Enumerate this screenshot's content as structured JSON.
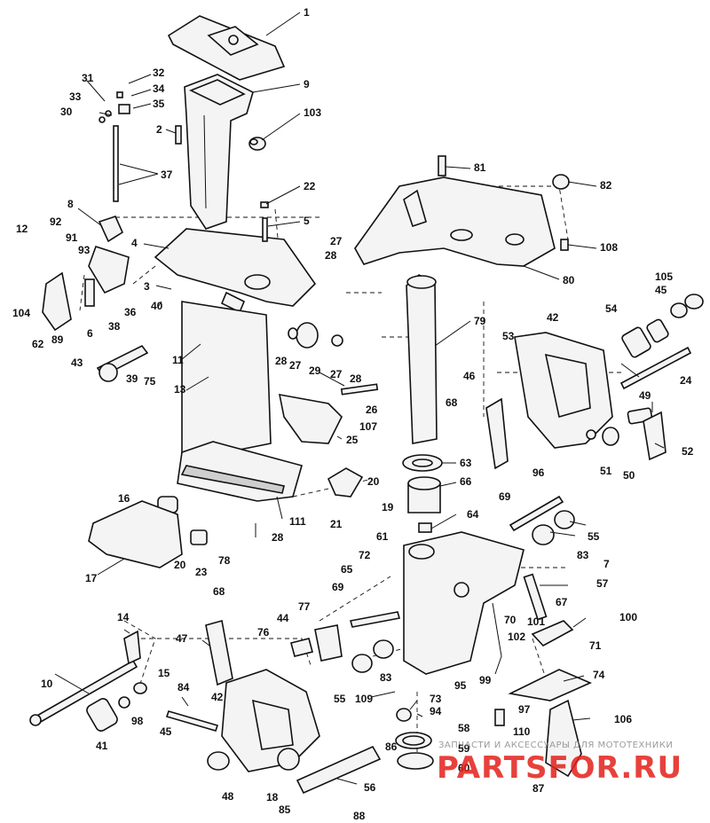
{
  "diagram": {
    "callouts": [
      {
        "id": "c1",
        "text": "1"
      },
      {
        "id": "c9",
        "text": "9"
      },
      {
        "id": "c103",
        "text": "103"
      },
      {
        "id": "c2",
        "text": "2"
      },
      {
        "id": "c32",
        "text": "32"
      },
      {
        "id": "c31",
        "text": "31"
      },
      {
        "id": "c34",
        "text": "34"
      },
      {
        "id": "c33",
        "text": "33"
      },
      {
        "id": "c35",
        "text": "35"
      },
      {
        "id": "c30",
        "text": "30"
      },
      {
        "id": "c37",
        "text": "37"
      },
      {
        "id": "c22",
        "text": "22"
      },
      {
        "id": "c5",
        "text": "5"
      },
      {
        "id": "c8",
        "text": "8"
      },
      {
        "id": "c12",
        "text": "12"
      },
      {
        "id": "c92",
        "text": "92"
      },
      {
        "id": "c91",
        "text": "91"
      },
      {
        "id": "c93",
        "text": "93"
      },
      {
        "id": "c4",
        "text": "4"
      },
      {
        "id": "c104",
        "text": "104"
      },
      {
        "id": "c89",
        "text": "89"
      },
      {
        "id": "c6",
        "text": "6"
      },
      {
        "id": "c3",
        "text": "3"
      },
      {
        "id": "c40",
        "text": "40"
      },
      {
        "id": "c36",
        "text": "36"
      },
      {
        "id": "c38",
        "text": "38"
      },
      {
        "id": "c62",
        "text": "62"
      },
      {
        "id": "c43",
        "text": "43"
      },
      {
        "id": "c39",
        "text": "39"
      },
      {
        "id": "c75",
        "text": "75"
      },
      {
        "id": "c11",
        "text": "11"
      },
      {
        "id": "c13",
        "text": "13"
      },
      {
        "id": "c27a",
        "text": "27"
      },
      {
        "id": "c28a",
        "text": "28"
      },
      {
        "id": "c28b",
        "text": "28"
      },
      {
        "id": "c27b",
        "text": "27"
      },
      {
        "id": "c29",
        "text": "29"
      },
      {
        "id": "c27c",
        "text": "27"
      },
      {
        "id": "c28c",
        "text": "28"
      },
      {
        "id": "c81",
        "text": "81"
      },
      {
        "id": "c82",
        "text": "82"
      },
      {
        "id": "c108",
        "text": "108"
      },
      {
        "id": "c80",
        "text": "80"
      },
      {
        "id": "c79",
        "text": "79"
      },
      {
        "id": "c105",
        "text": "105"
      },
      {
        "id": "c45a",
        "text": "45"
      },
      {
        "id": "c54",
        "text": "54"
      },
      {
        "id": "c42a",
        "text": "42"
      },
      {
        "id": "c53",
        "text": "53"
      },
      {
        "id": "c24",
        "text": "24"
      },
      {
        "id": "c49",
        "text": "49"
      },
      {
        "id": "c46",
        "text": "46"
      },
      {
        "id": "c68a",
        "text": "68"
      },
      {
        "id": "c26",
        "text": "26"
      },
      {
        "id": "c107",
        "text": "107"
      },
      {
        "id": "c25",
        "text": "25"
      },
      {
        "id": "c52",
        "text": "52"
      },
      {
        "id": "c51",
        "text": "51"
      },
      {
        "id": "c50",
        "text": "50"
      },
      {
        "id": "c63",
        "text": "63"
      },
      {
        "id": "c66",
        "text": "66"
      },
      {
        "id": "c20a",
        "text": "20"
      },
      {
        "id": "c19",
        "text": "19"
      },
      {
        "id": "c21",
        "text": "21"
      },
      {
        "id": "c111",
        "text": "111"
      },
      {
        "id": "c16",
        "text": "16"
      },
      {
        "id": "c28d",
        "text": "28"
      },
      {
        "id": "c96",
        "text": "96"
      },
      {
        "id": "c69a",
        "text": "69"
      },
      {
        "id": "c55a",
        "text": "55"
      },
      {
        "id": "c64",
        "text": "64"
      },
      {
        "id": "c83a",
        "text": "83"
      },
      {
        "id": "c61",
        "text": "61"
      },
      {
        "id": "c17",
        "text": "17"
      },
      {
        "id": "c78",
        "text": "78"
      },
      {
        "id": "c20b",
        "text": "20"
      },
      {
        "id": "c23",
        "text": "23"
      },
      {
        "id": "c72",
        "text": "72"
      },
      {
        "id": "c7",
        "text": "7"
      },
      {
        "id": "c65",
        "text": "65"
      },
      {
        "id": "c57",
        "text": "57"
      },
      {
        "id": "c68b",
        "text": "68"
      },
      {
        "id": "c69b",
        "text": "69"
      },
      {
        "id": "c67",
        "text": "67"
      },
      {
        "id": "c70",
        "text": "70"
      },
      {
        "id": "c101",
        "text": "101"
      },
      {
        "id": "c100",
        "text": "100"
      },
      {
        "id": "c102",
        "text": "102"
      },
      {
        "id": "c71",
        "text": "71"
      },
      {
        "id": "c14",
        "text": "14"
      },
      {
        "id": "c77",
        "text": "77"
      },
      {
        "id": "c44",
        "text": "44"
      },
      {
        "id": "c76",
        "text": "76"
      },
      {
        "id": "c47",
        "text": "47"
      },
      {
        "id": "c99",
        "text": "99"
      },
      {
        "id": "c10",
        "text": "10"
      },
      {
        "id": "c15",
        "text": "15"
      },
      {
        "id": "c83b",
        "text": "83"
      },
      {
        "id": "c55b",
        "text": "55"
      },
      {
        "id": "c95",
        "text": "95"
      },
      {
        "id": "c74",
        "text": "74"
      },
      {
        "id": "c98",
        "text": "98"
      },
      {
        "id": "c84",
        "text": "84"
      },
      {
        "id": "c109",
        "text": "109"
      },
      {
        "id": "c73",
        "text": "73"
      },
      {
        "id": "c94",
        "text": "94"
      },
      {
        "id": "c42b",
        "text": "42"
      },
      {
        "id": "c97",
        "text": "97"
      },
      {
        "id": "c41",
        "text": "41"
      },
      {
        "id": "c45b",
        "text": "45"
      },
      {
        "id": "c86",
        "text": "86"
      },
      {
        "id": "c58",
        "text": "58"
      },
      {
        "id": "c110",
        "text": "110"
      },
      {
        "id": "c106",
        "text": "106"
      },
      {
        "id": "c59",
        "text": "59"
      },
      {
        "id": "c60",
        "text": "60"
      },
      {
        "id": "c87",
        "text": "87"
      },
      {
        "id": "c56",
        "text": "56"
      },
      {
        "id": "c18",
        "text": "18"
      },
      {
        "id": "c85",
        "text": "85"
      },
      {
        "id": "c48",
        "text": "48"
      },
      {
        "id": "c88",
        "text": "88"
      }
    ]
  },
  "watermark": {
    "tagline": "ЗАПЧАСТИ И АКСЕССУАРЫ ДЛЯ МОТОТЕХНИКИ",
    "logo": "PARTSFOR.RU",
    "logo_color": "#e3201b"
  },
  "colors": {
    "ink": "#111111",
    "paper": "#ffffff"
  }
}
